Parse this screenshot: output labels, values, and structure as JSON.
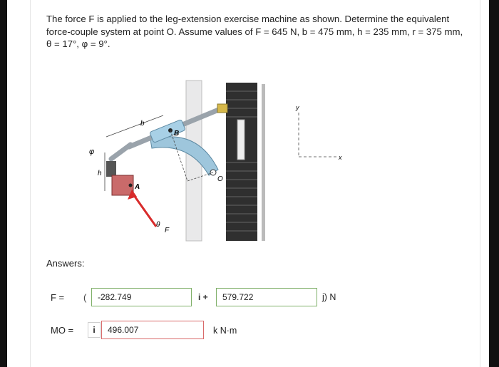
{
  "problem": {
    "text": "The force F is applied to the leg-extension exercise machine as shown. Determine the equivalent force-couple system at point O. Assume values of F = 645 N, b = 475 mm, h = 235 mm, r = 375 mm, θ = 17°, φ = 9°."
  },
  "figure": {
    "label_b": "b",
    "label_B": "B",
    "label_A": "A",
    "label_O": "O",
    "label_F": "F",
    "label_h": "h",
    "label_phi": "φ",
    "label_theta": "θ",
    "label_y": "y",
    "label_x": "x"
  },
  "answers": {
    "heading": "Answers:",
    "force": {
      "label": "F =",
      "open_paren": "(",
      "x_value": "-282.749",
      "between": "i +",
      "y_value": "579.722",
      "close": "j) N"
    },
    "moment": {
      "label": "MO =",
      "i_label": "i",
      "value": "496.007",
      "unit": "k N·m"
    }
  },
  "colors": {
    "correct_border": "#7fb069",
    "incorrect_border": "#d96a6a"
  }
}
